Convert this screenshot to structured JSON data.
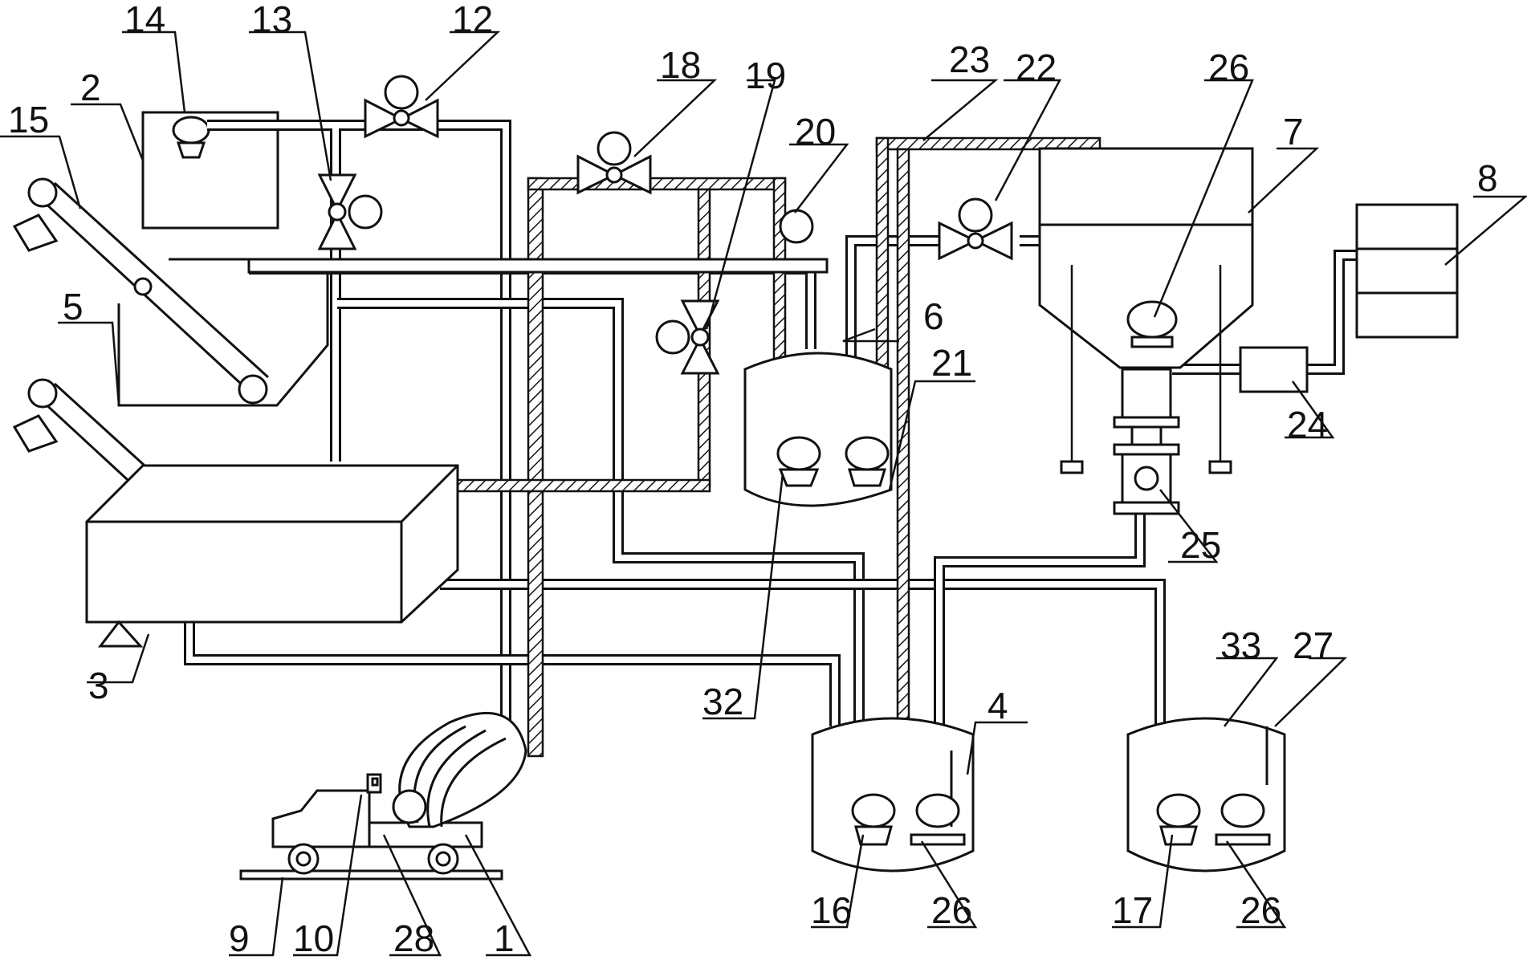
{
  "labels": {
    "l1": "1",
    "l2": "2",
    "l3": "3",
    "l4": "4",
    "l5": "5",
    "l6": "6",
    "l7": "7",
    "l8": "8",
    "l9": "9",
    "l10": "10",
    "l12": "12",
    "l13": "13",
    "l14": "14",
    "l15": "15",
    "l16": "16",
    "l17": "17",
    "l18": "18",
    "l19": "19",
    "l20": "20",
    "l21": "21",
    "l22": "22",
    "l23": "23",
    "l24": "24",
    "l25": "25",
    "l26a": "26",
    "l26b": "26",
    "l26c": "26",
    "l27": "27",
    "l28": "28",
    "l32": "32",
    "l33": "33"
  }
}
